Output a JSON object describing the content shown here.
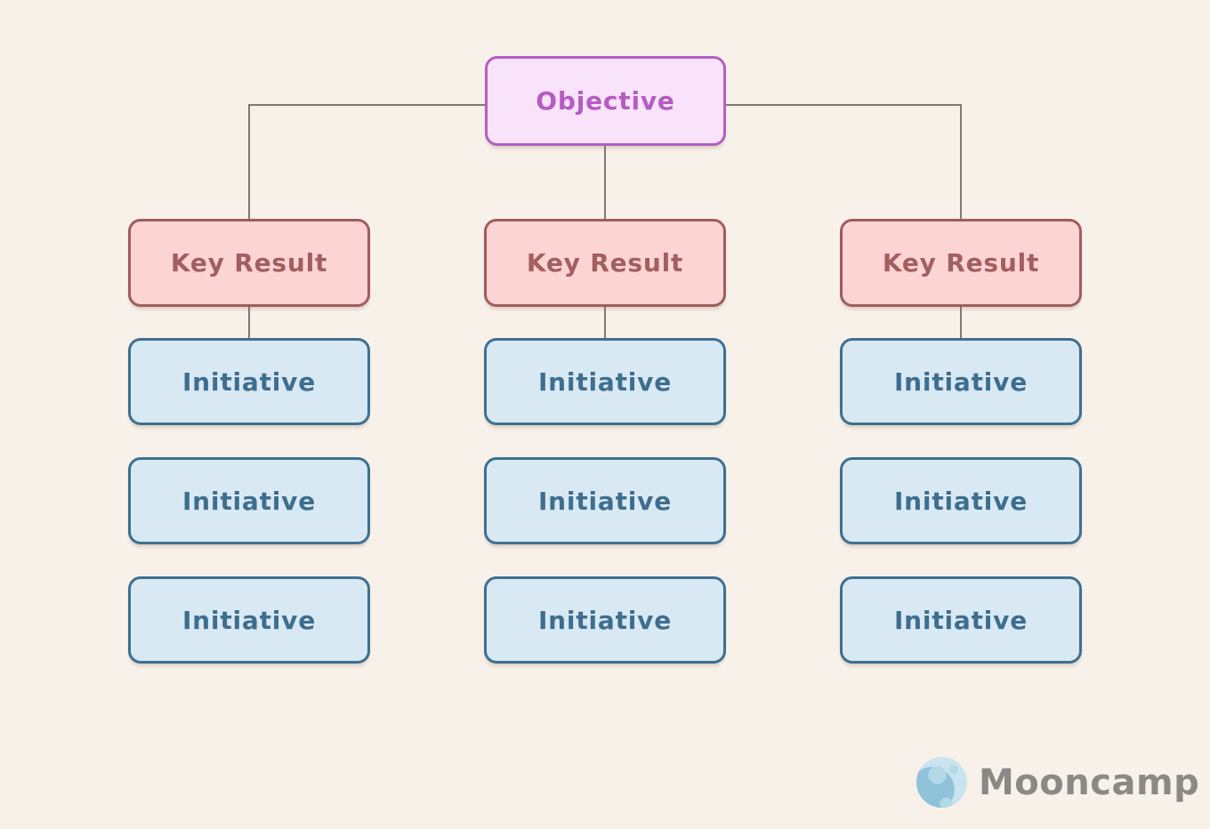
{
  "page": {
    "background": "#f7f1ea"
  },
  "diagram": {
    "connector_color": "#7d7973",
    "objective": {
      "label": "Objective",
      "fill": "#f8e3fa",
      "border": "#b160c3",
      "text_color": "#b55cc3"
    },
    "key_result_style": {
      "fill": "#fbd4d3",
      "border": "#9f5d5c",
      "text_color": "#a25f5f"
    },
    "initiative_style": {
      "fill": "#d8e9f4",
      "border": "#3f6f90",
      "text_color": "#3e6e8e"
    },
    "columns": [
      {
        "key_result": {
          "label": "Key Result"
        },
        "initiatives": [
          {
            "label": "Initiative"
          },
          {
            "label": "Initiative"
          },
          {
            "label": "Initiative"
          }
        ]
      },
      {
        "key_result": {
          "label": "Key Result"
        },
        "initiatives": [
          {
            "label": "Initiative"
          },
          {
            "label": "Initiative"
          },
          {
            "label": "Initiative"
          }
        ]
      },
      {
        "key_result": {
          "label": "Key Result"
        },
        "initiatives": [
          {
            "label": "Initiative"
          },
          {
            "label": "Initiative"
          },
          {
            "label": "Initiative"
          }
        ]
      }
    ]
  },
  "logo": {
    "text": "Mooncamp",
    "colors": {
      "text": "#8b8986",
      "moon_base": "#c9e4ef",
      "moon_shade": "#8fc3d9",
      "moon_crater": "#b3d9e6"
    }
  }
}
